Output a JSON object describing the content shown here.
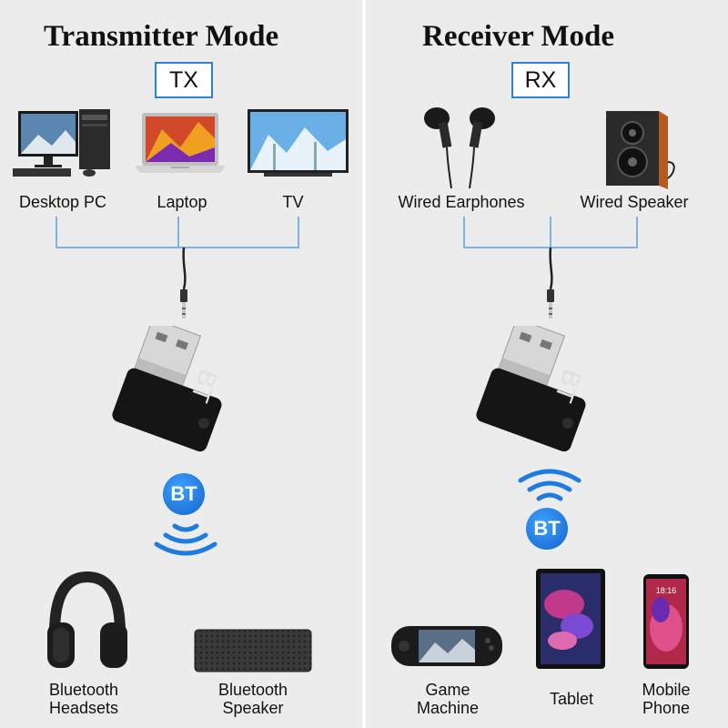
{
  "transmitter": {
    "title": "Transmitter Mode",
    "tag": "TX",
    "sources": [
      {
        "label": "Desktop PC",
        "icon": "desktop-pc-icon"
      },
      {
        "label": "Laptop",
        "icon": "laptop-icon"
      },
      {
        "label": "TV",
        "icon": "tv-icon"
      }
    ],
    "bt_badge": "BT",
    "outputs": [
      {
        "line1": "Bluetooth",
        "line2": "Headsets",
        "icon": "headphones-icon"
      },
      {
        "line1": "Bluetooth",
        "line2": "Speaker",
        "icon": "bluetooth-speaker-icon"
      }
    ]
  },
  "receiver": {
    "title": "Receiver Mode",
    "tag": "RX",
    "outputs": [
      {
        "label": "Wired Earphones",
        "icon": "earphones-icon"
      },
      {
        "label": "Wired Speaker",
        "icon": "wired-speaker-icon"
      }
    ],
    "bt_badge": "BT",
    "sources": [
      {
        "line1": "Game",
        "line2": "Machine",
        "icon": "game-console-icon"
      },
      {
        "line1": "Tablet",
        "line2": "",
        "icon": "tablet-icon"
      },
      {
        "line1": "Mobile",
        "line2": "Phone",
        "icon": "mobile-phone-icon"
      }
    ]
  },
  "dongle_text": "BT",
  "colors": {
    "accent": "#2a82d8",
    "bt_blue": "#1e7be0",
    "background": "#ececec"
  }
}
